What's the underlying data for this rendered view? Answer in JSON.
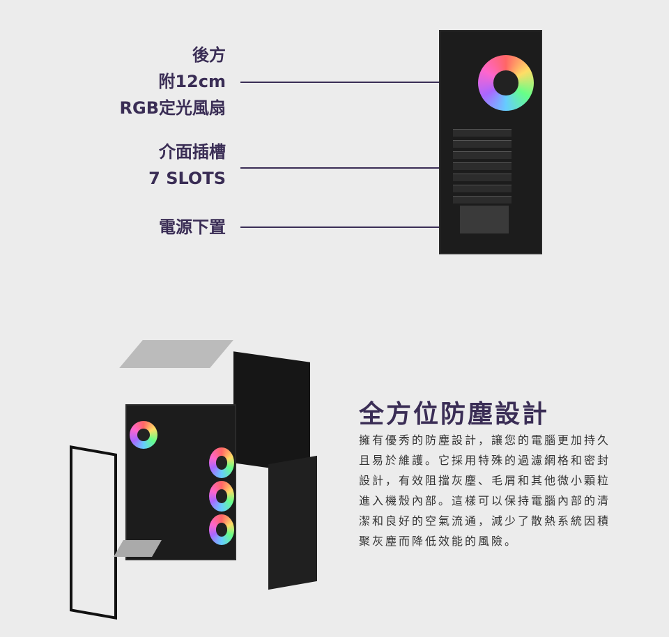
{
  "features": [
    {
      "lines": [
        "後方",
        "附12cm",
        "RGB定光風扇"
      ]
    },
    {
      "lines": [
        "介面插槽",
        "7 SLOTS"
      ]
    },
    {
      "lines": [
        "電源下置"
      ]
    }
  ],
  "section": {
    "title": "全方位防塵設計",
    "paragraph": "擁有優秀的防塵設計，讓您的電腦更加持久且易於維護。它採用特殊的過濾網格和密封設計，有效阻擋灰塵、毛屑和其他微小顆粒進入機殼內部。這樣可以保持電腦內部的清潔和良好的空氣流通，減少了散熱系統因積聚灰塵而降低效能的風險。"
  },
  "colors": {
    "accent": "#3a2d55",
    "background": "#ececec"
  }
}
